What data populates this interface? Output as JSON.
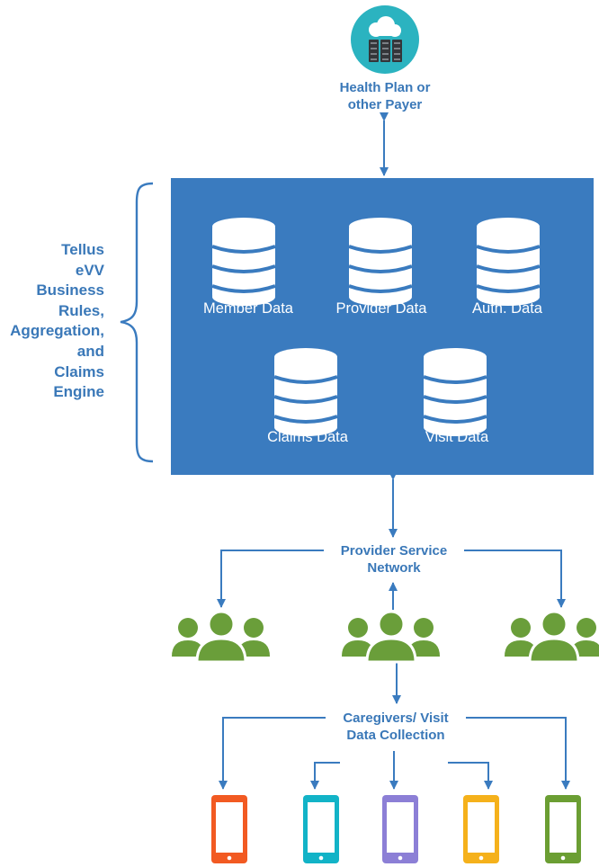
{
  "payer": {
    "label_line1": "Health Plan or",
    "label_line2": "other Payer"
  },
  "engine": {
    "label_lines": [
      "Tellus",
      "eVV",
      "Business",
      "Rules,",
      "Aggregation,",
      "and",
      "Claims",
      "Engine"
    ]
  },
  "databases": [
    {
      "label": "Member Data"
    },
    {
      "label": "Provider Data"
    },
    {
      "label": "Auth. Data"
    },
    {
      "label": "Claims Data"
    },
    {
      "label": "Visit Data"
    }
  ],
  "provider_network": {
    "label_line1": "Provider Service",
    "label_line2": "Network"
  },
  "caregivers": {
    "label_line1": "Caregivers/ Visit",
    "label_line2": "Data Collection"
  },
  "colors": {
    "accent_blue": "#3a7bbf",
    "panel_blue": "#3a7bbf",
    "payer_teal": "#2bb3c0",
    "people_green": "#6a9e3a",
    "device_colors": [
      "#f25a22",
      "#12b3c7",
      "#8c7fd6",
      "#f5b11b",
      "#6b9e33"
    ]
  },
  "icons": {
    "payer": "cloud-server-icon",
    "database": "database-icon",
    "people": "people-group-icon",
    "device": "mobile-device-icon"
  }
}
